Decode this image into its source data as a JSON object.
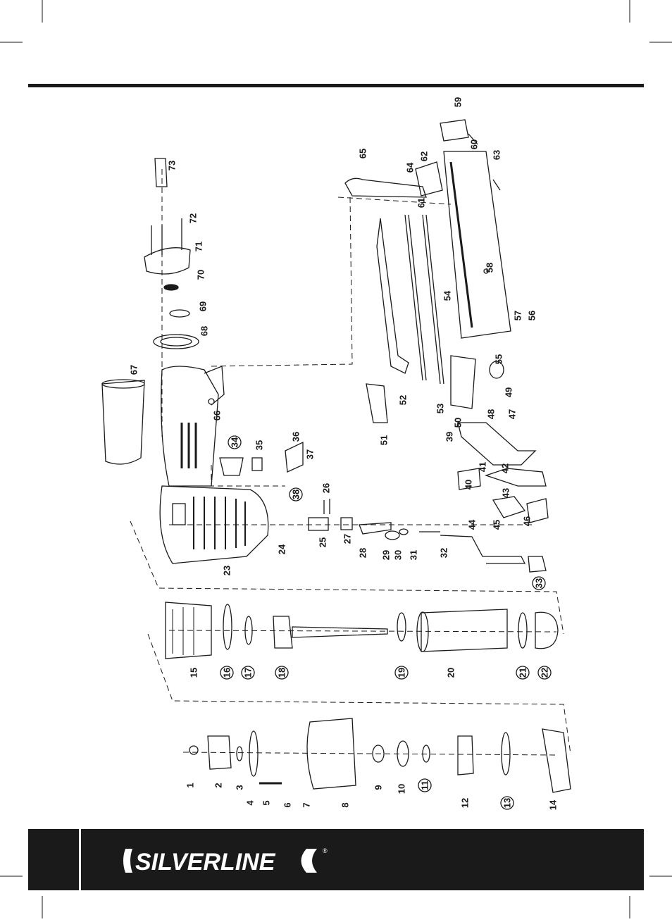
{
  "diagram": {
    "callouts": [
      {
        "n": "1",
        "circled": false
      },
      {
        "n": "2",
        "circled": false
      },
      {
        "n": "3",
        "circled": false
      },
      {
        "n": "4",
        "circled": false
      },
      {
        "n": "5",
        "circled": false
      },
      {
        "n": "6",
        "circled": false
      },
      {
        "n": "7",
        "circled": false
      },
      {
        "n": "8",
        "circled": false
      },
      {
        "n": "9",
        "circled": false
      },
      {
        "n": "10",
        "circled": false
      },
      {
        "n": "11",
        "circled": true
      },
      {
        "n": "12",
        "circled": false
      },
      {
        "n": "13",
        "circled": true
      },
      {
        "n": "14",
        "circled": false
      },
      {
        "n": "15",
        "circled": false
      },
      {
        "n": "16",
        "circled": true
      },
      {
        "n": "17",
        "circled": true
      },
      {
        "n": "18",
        "circled": true
      },
      {
        "n": "19",
        "circled": true
      },
      {
        "n": "20",
        "circled": false
      },
      {
        "n": "21",
        "circled": true
      },
      {
        "n": "22",
        "circled": true
      },
      {
        "n": "23",
        "circled": false
      },
      {
        "n": "24",
        "circled": false
      },
      {
        "n": "25",
        "circled": false
      },
      {
        "n": "26",
        "circled": false
      },
      {
        "n": "27",
        "circled": false
      },
      {
        "n": "28",
        "circled": false
      },
      {
        "n": "29",
        "circled": false
      },
      {
        "n": "30",
        "circled": false
      },
      {
        "n": "31",
        "circled": false
      },
      {
        "n": "32",
        "circled": false
      },
      {
        "n": "33",
        "circled": true
      },
      {
        "n": "34",
        "circled": true
      },
      {
        "n": "35",
        "circled": false
      },
      {
        "n": "36",
        "circled": false
      },
      {
        "n": "37",
        "circled": false
      },
      {
        "n": "38",
        "circled": true
      },
      {
        "n": "39",
        "circled": false
      },
      {
        "n": "40",
        "circled": false
      },
      {
        "n": "41",
        "circled": false
      },
      {
        "n": "42",
        "circled": false
      },
      {
        "n": "43",
        "circled": false
      },
      {
        "n": "44",
        "circled": false
      },
      {
        "n": "45",
        "circled": false
      },
      {
        "n": "46",
        "circled": false
      },
      {
        "n": "47",
        "circled": false
      },
      {
        "n": "48",
        "circled": false
      },
      {
        "n": "49",
        "circled": false
      },
      {
        "n": "50",
        "circled": false
      },
      {
        "n": "51",
        "circled": false
      },
      {
        "n": "52",
        "circled": false
      },
      {
        "n": "53",
        "circled": false
      },
      {
        "n": "54",
        "circled": false
      },
      {
        "n": "55",
        "circled": false
      },
      {
        "n": "56",
        "circled": false
      },
      {
        "n": "57",
        "circled": false
      },
      {
        "n": "58",
        "circled": false
      },
      {
        "n": "59",
        "circled": false
      },
      {
        "n": "60",
        "circled": false
      },
      {
        "n": "61",
        "circled": false
      },
      {
        "n": "62",
        "circled": false
      },
      {
        "n": "63",
        "circled": false
      },
      {
        "n": "64",
        "circled": false
      },
      {
        "n": "65",
        "circled": false
      },
      {
        "n": "66",
        "circled": false
      },
      {
        "n": "67",
        "circled": false
      },
      {
        "n": "68",
        "circled": false
      },
      {
        "n": "69",
        "circled": false
      },
      {
        "n": "70",
        "circled": false
      },
      {
        "n": "71",
        "circled": false
      },
      {
        "n": "72",
        "circled": false
      },
      {
        "n": "73",
        "circled": false
      }
    ]
  },
  "footer": {
    "brand_logo_text": "SILVERLINE",
    "registered_mark": "®"
  },
  "colors": {
    "ink": "#1a1a1a",
    "paper": "#ffffff"
  }
}
